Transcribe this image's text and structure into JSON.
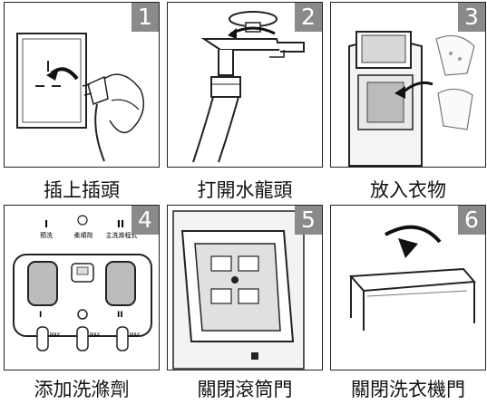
{
  "steps": [
    {
      "number": "1",
      "label": "插上插頭"
    },
    {
      "number": "2",
      "label": "打開水龍頭"
    },
    {
      "number": "3",
      "label": "放入衣物"
    },
    {
      "number": "4",
      "label": "添加洗滌劑"
    },
    {
      "number": "5",
      "label": "關閉滾筒門"
    },
    {
      "number": "6",
      "label": "關閉洗衣機門"
    }
  ],
  "detergent_drawer": {
    "prewash_symbol": "I",
    "prewash_label": "預洗",
    "softener_label": "柔順劑",
    "mainwash_symbol": "II",
    "mainwash_label": "主洗滌程式",
    "max_label": "MAX"
  }
}
